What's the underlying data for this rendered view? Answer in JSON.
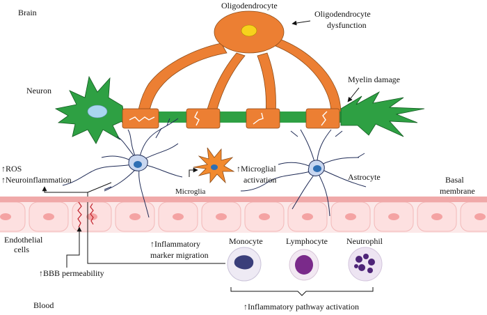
{
  "labels": {
    "brain": "Brain",
    "oligodendrocyte": "Oligodendrocyte",
    "oligo_dysfunction_1": "Oligodendrocyte",
    "oligo_dysfunction_2": "dysfunction",
    "myelin_damage": "Myelin damage",
    "neuron": "Neuron",
    "ros": "↑ROS",
    "neuroinflammation": "↑Neuroinflammation",
    "microglial_activation_1": "↑Microglial",
    "microglial_activation_2": "activation",
    "microglia": "Microglia",
    "astrocyte": "Astrocyte",
    "basal_membrane_1": "Basal",
    "basal_membrane_2": "membrane",
    "endothelial_1": "Endothelial",
    "endothelial_2": "cells",
    "marker_migration_1": "↑Inflammatory",
    "marker_migration_2": "marker migration",
    "monocyte": "Monocyte",
    "lymphocyte": "Lymphocyte",
    "neutrophil": "Neutrophil",
    "bbb_permeability": "↑BBB permeability",
    "blood": "Blood",
    "pathway_activation": "↑Inflammatory pathway activation"
  },
  "colors": {
    "oligodendrocyte": "#ec7f33",
    "oligo_nucleus": "#f7d21c",
    "neuron": "#2ea043",
    "neuron_nucleus": "#a9d6ef",
    "glia_body": "#c9d7f0",
    "glia_nucleus": "#2f6fb3",
    "microglia": "#f28a2e",
    "membrane": "#f0a9a9",
    "endothelial": "#fde0e0",
    "endothelial_nucleus": "#f4a3a3",
    "crack": "#c0202a"
  }
}
